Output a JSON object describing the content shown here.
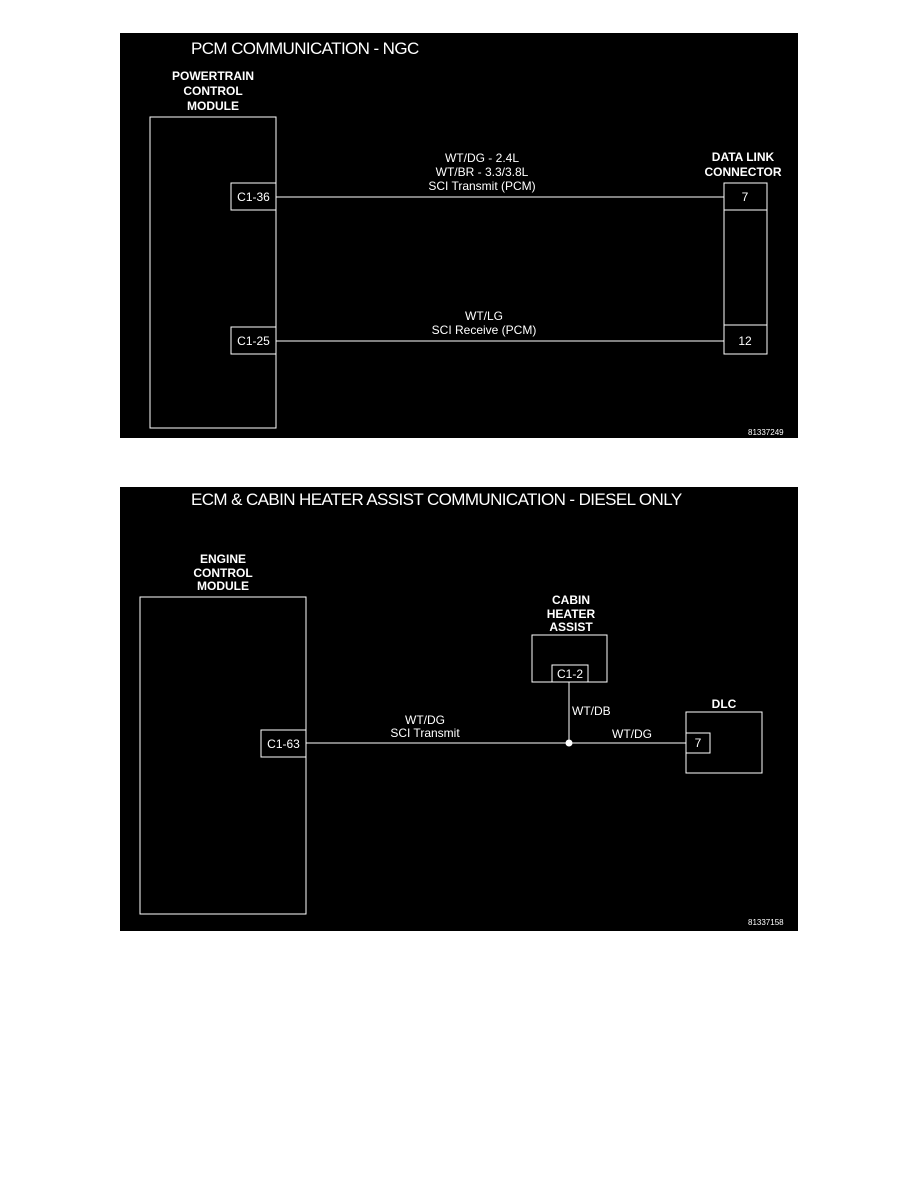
{
  "diagram1": {
    "title": "PCM COMMUNICATION - NGC",
    "module": {
      "line1": "POWERTRAIN",
      "line2": "CONTROL",
      "line3": "MODULE"
    },
    "connector": {
      "line1": "DATA LINK",
      "line2": "CONNECTOR"
    },
    "pins": {
      "pcm_transmit": "C1-36",
      "pcm_receive": "C1-25",
      "dlc_transmit": "7",
      "dlc_receive": "12"
    },
    "wire_transmit": {
      "line1": "WT/DG - 2.4L",
      "line2": "WT/BR - 3.3/3.8L",
      "line3": "SCI Transmit (PCM)"
    },
    "wire_receive": {
      "line1": "WT/LG",
      "line2": "SCI Receive (PCM)"
    },
    "figure_id": "81337249"
  },
  "diagram2": {
    "title": "ECM & CABIN HEATER ASSIST COMMUNICATION - DIESEL ONLY",
    "module": {
      "line1": "ENGINE",
      "line2": "CONTROL",
      "line3": "MODULE"
    },
    "heater": {
      "line1": "CABIN",
      "line2": "HEATER",
      "line3": "ASSIST"
    },
    "dlc": "DLC",
    "pins": {
      "ecm": "C1-63",
      "heater": "C1-2",
      "dlc": "7"
    },
    "wire_main": {
      "line1": "WT/DG",
      "line2": "SCI Transmit"
    },
    "wire_heater": "WT/DB",
    "wire_dlc": "WT/DG",
    "figure_id": "81337158"
  }
}
